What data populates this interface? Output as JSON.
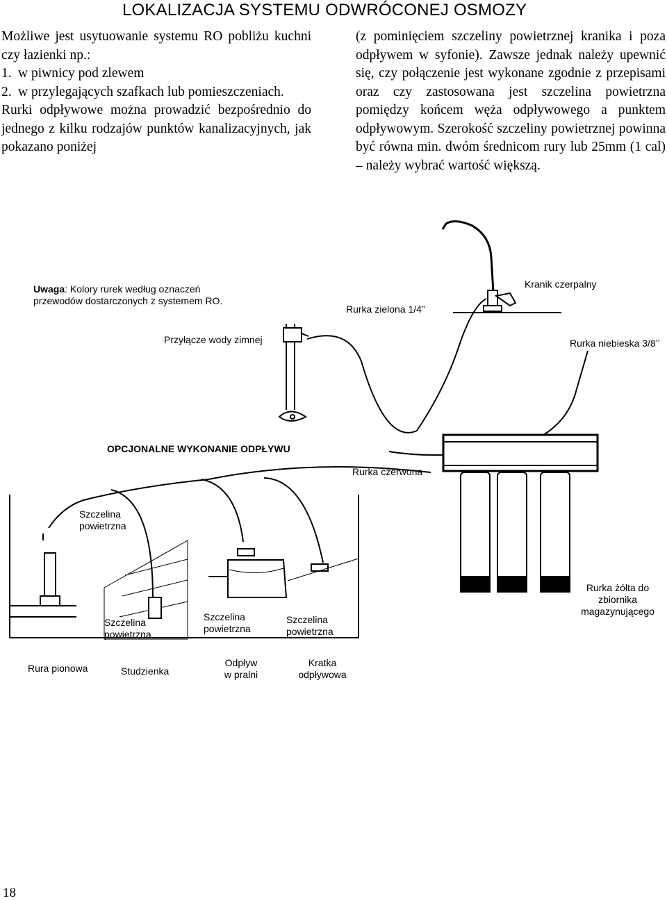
{
  "title": "LOKALIZACJA SYSTEMU ODWRÓCONEJ OSMOZY",
  "left_column": {
    "intro": "Możliwe jest usytuowanie systemu RO pobliżu kuchni czy łazienki np.:",
    "list": [
      {
        "num": "1.",
        "text": "w piwnicy pod zlewem"
      },
      {
        "num": "2.",
        "text": "w przylegających szafkach lub pomieszczeniach."
      }
    ],
    "drain_text": "Rurki odpływowe można prowadzić bezpośrednio do jednego z kilku rodzajów punktów kanalizacyjnych, jak pokazano poniżej"
  },
  "right_column": {
    "text": "(z pominięciem szczeliny powietrznej kranika i poza odpływem w syfonie). Zawsze jednak należy upewnić się, czy połączenie jest wykonane zgodnie z przepisami oraz czy zastosowana jest szczelina powietrzna pomiędzy końcem węża odpływowego a punktem odpływowym. Szerokość szczeliny powietrznej powinna być równa min. dwóm średnicom rury lub 25mm (1 cal) – należy wybrać wartość większą."
  },
  "diagram": {
    "note_bold": "Uwaga",
    "note_rest": ": Kolory rurek według oznaczeń",
    "note_line2": "przewodów dostarczonych z systemem RO.",
    "green_tube": "Rurka zielona 1/4’’",
    "faucet": "Kranik czerpalny",
    "cold_water": "Przyłącze wody zimnej",
    "blue_tube": "Rurka niebieska 3/8’’",
    "optional_drain": "OPCJONALNE WYKONANIE ODPŁYWU",
    "red_tube": "Rurka czerwona",
    "air_gap_1a": "Szczelina",
    "air_gap_1b": "powietrzna",
    "air_gap_2a": "Szczelina",
    "air_gap_2b": "powietrzna",
    "air_gap_3a": "Szczelina",
    "air_gap_3b": "powietrzna",
    "air_gap_4a": "Szczelina",
    "air_gap_4b": "powietrzna",
    "yellow_tube_1": "Rurka żółta do",
    "yellow_tube_2": "zbiornika",
    "yellow_tube_3": "magazynującego",
    "standpipe": "Rura pionowa",
    "well": "Studzienka",
    "laundry_1": "Odpływ",
    "laundry_2": "w pralni",
    "grate_1": "Kratka",
    "grate_2": "odpływowa"
  },
  "page_number": "18"
}
